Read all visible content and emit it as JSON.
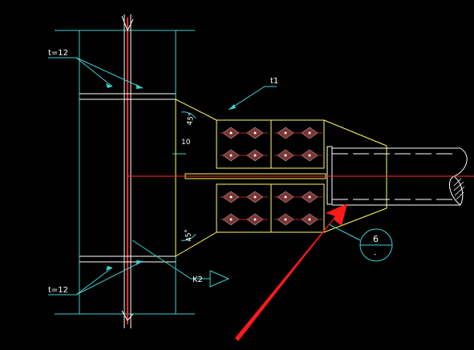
{
  "drawing": {
    "background": "#000000",
    "colors": {
      "cyan": "#3fd1d1",
      "yellow": "#ffff5a",
      "white": "#ffffff",
      "red": "#ff2a2a",
      "darkred": "#b02020",
      "plate_fill": "#5a2a2a",
      "bolt": "#c89090"
    },
    "labels": {
      "plate_top": "t=12",
      "plate_bottom": "t=12",
      "gusset": "t1",
      "angle_top": "45°",
      "angle_bottom": "45°",
      "gap": "10",
      "section_mark": "K2",
      "weld_top": "6",
      "weld_bottom": "-"
    }
  }
}
